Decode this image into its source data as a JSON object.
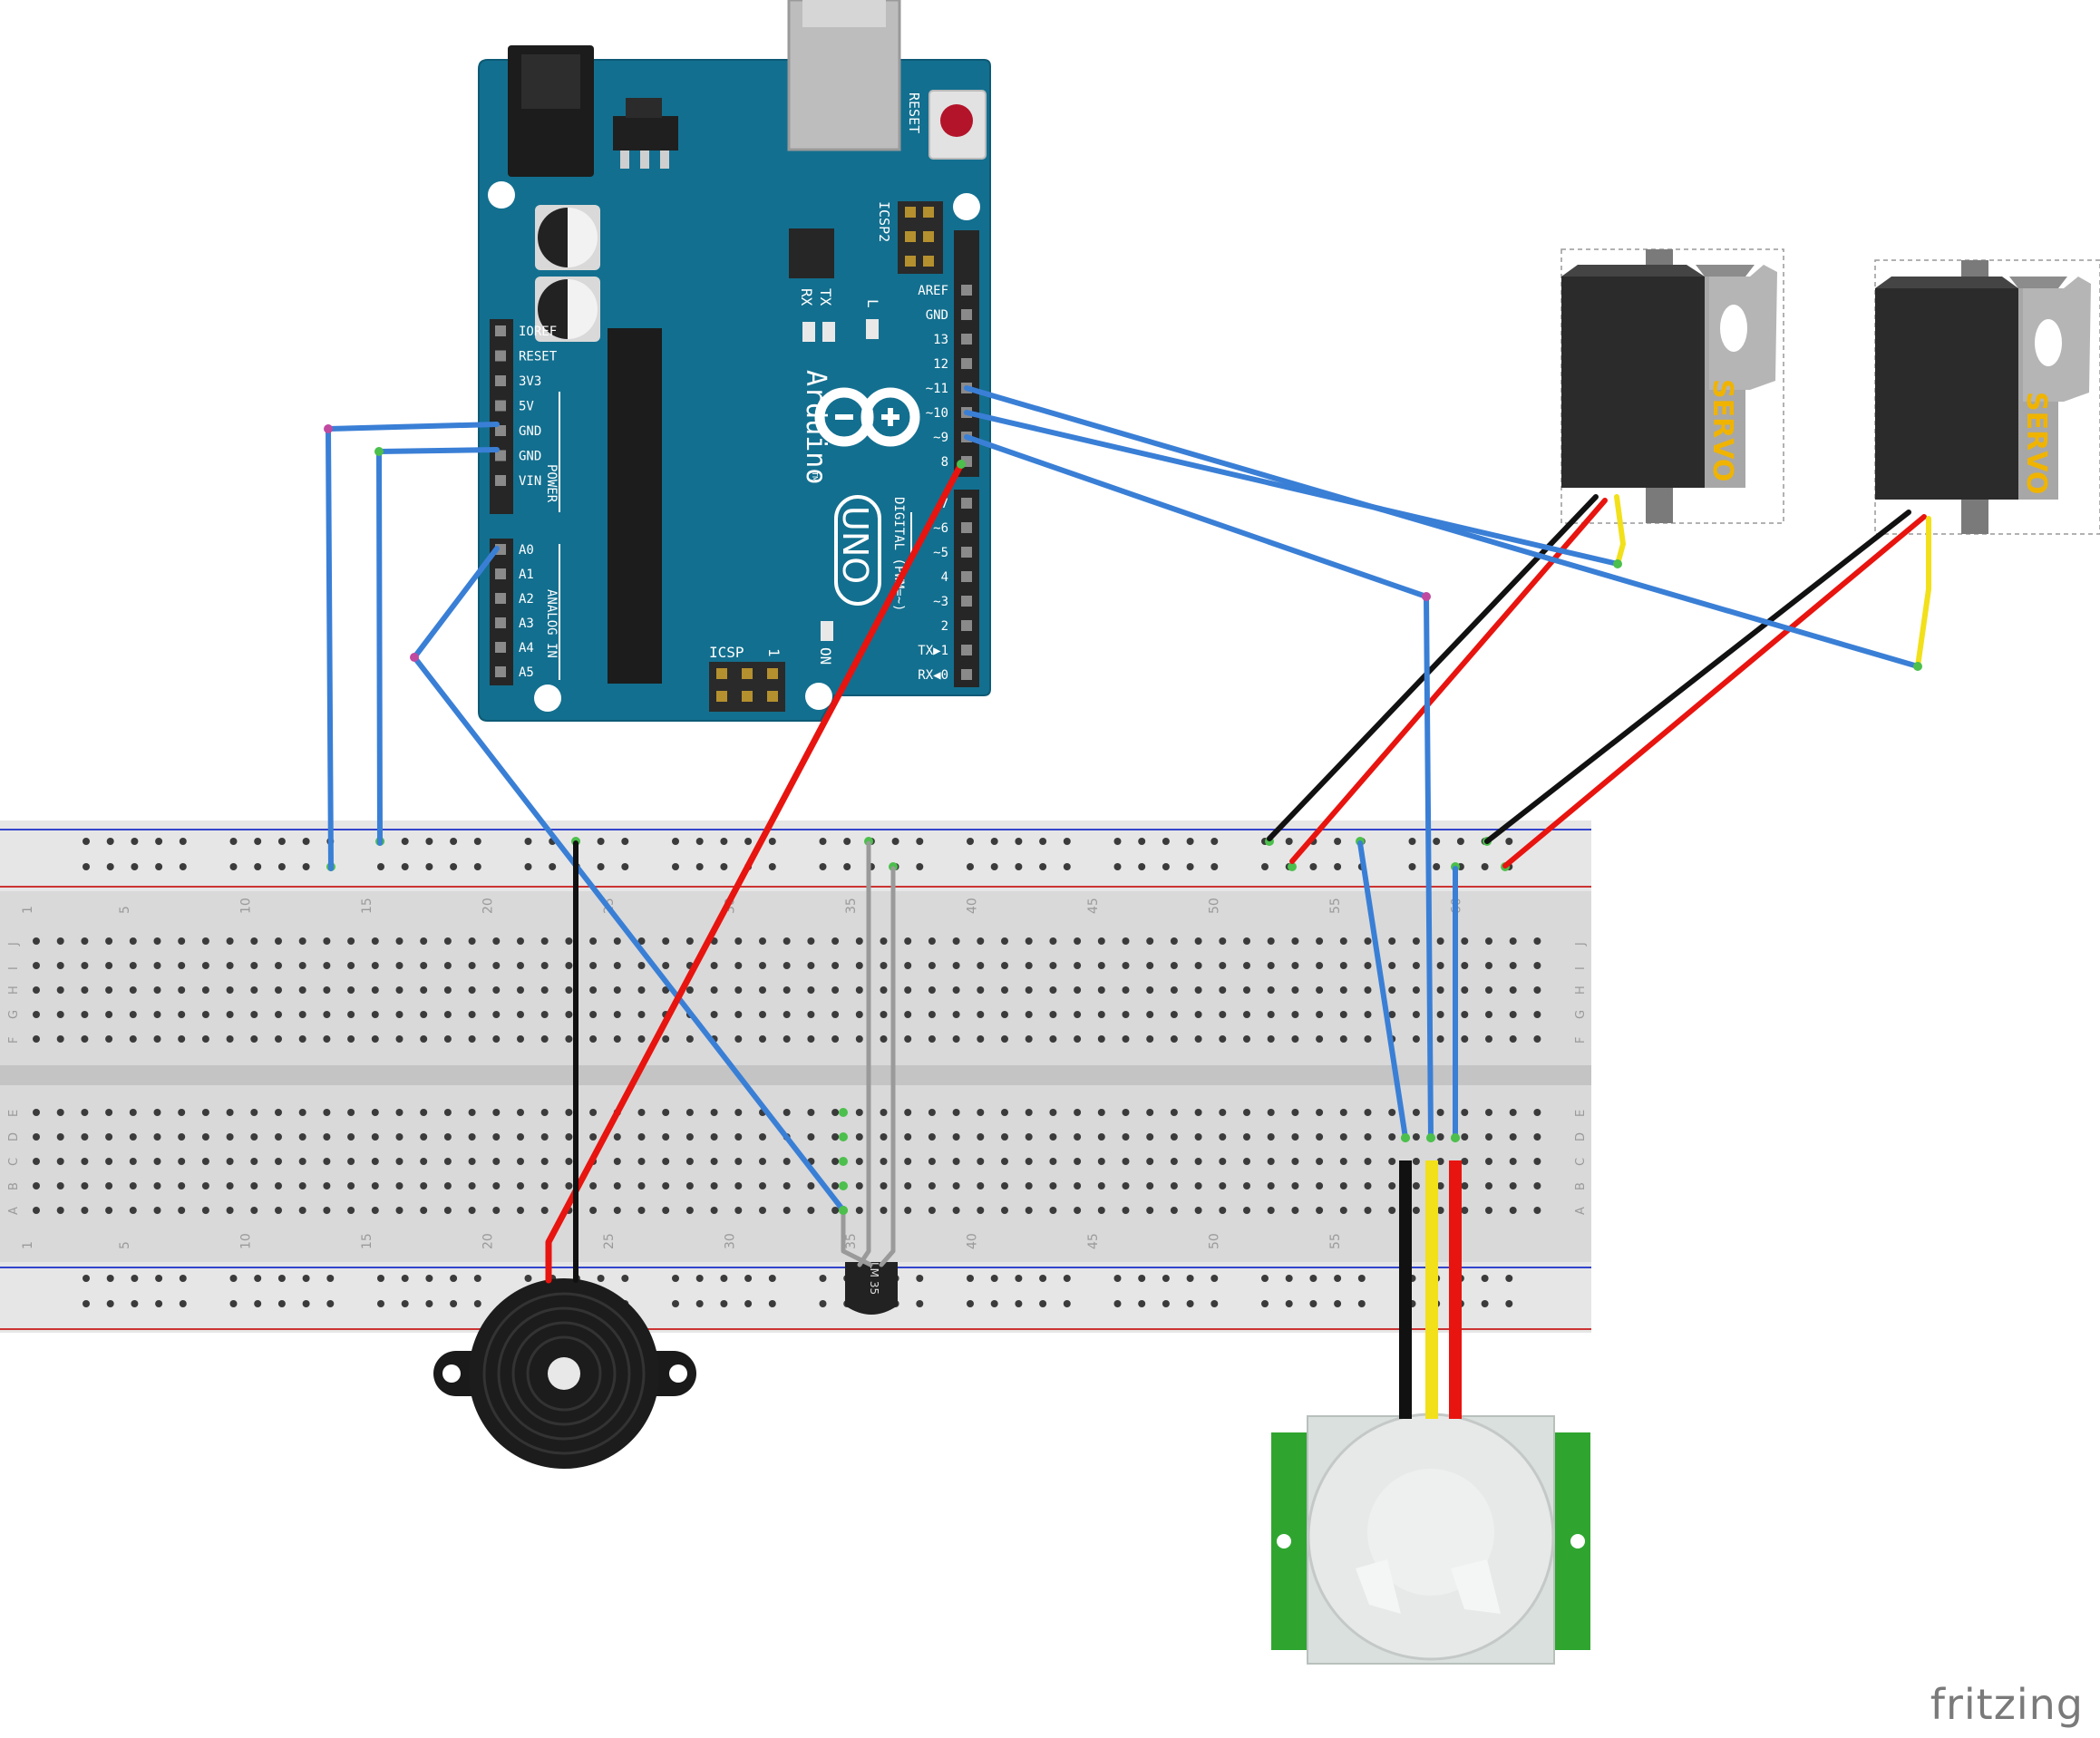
{
  "board": {
    "reset_label": "RESET",
    "icsp2_label": "ICSP2",
    "icsp_label": "ICSP",
    "icsp_pin": "1",
    "tx_label": "TX",
    "rx_label": "RX",
    "l_label": "L",
    "on_label": "ON",
    "brand": "Arduino",
    "tm": "TM",
    "model": "UNO",
    "power_header": "POWER",
    "analog_header": "ANALOG IN",
    "digital_header": "DIGITAL (PWM=~)",
    "power_pins": [
      "IOREF",
      "RESET",
      "3V3",
      "5V",
      "GND",
      "GND",
      "VIN"
    ],
    "analog_pins": [
      "A0",
      "A1",
      "A2",
      "A3",
      "A4",
      "A5"
    ],
    "digital_pins_top": [
      "AREF",
      "GND",
      "13",
      "12",
      "~11",
      "~10",
      "~9",
      "8"
    ],
    "digital_pins_bottom": [
      "7",
      "~6",
      "~5",
      "4",
      "~3",
      "2",
      "TX▶1",
      "RX◀0"
    ]
  },
  "breadboard": {
    "column_numbers": [
      "1",
      "5",
      "10",
      "15",
      "20",
      "25",
      "30",
      "35",
      "40",
      "45",
      "50",
      "55",
      "60"
    ],
    "top_rows": [
      "J",
      "I",
      "H",
      "G",
      "F"
    ],
    "bottom_rows": [
      "E",
      "D",
      "C",
      "B",
      "A"
    ]
  },
  "servos": [
    {
      "label": "SERVO"
    },
    {
      "label": "SERVO"
    }
  ],
  "sensor": {
    "label": "LM 35"
  },
  "footer": {
    "brand": "fritzing"
  },
  "colors": {
    "board": "#136f8f",
    "board_text": "#ffffff",
    "breadboard": "#d8d8d8",
    "hole": "#3b3b3b",
    "hole_used": "#4cbf4c",
    "wire_blue": "#3a7fd6",
    "wire_red": "#e8140f",
    "wire_black": "#111111",
    "wire_yellow": "#f2e01a",
    "wire_grey": "#9a9a9a",
    "rail_blue": "#3344cc",
    "rail_red": "#cc3333",
    "pir_green": "#2fa530",
    "servo_body": "#2a2a2a",
    "servo_label": "#f0b400"
  }
}
